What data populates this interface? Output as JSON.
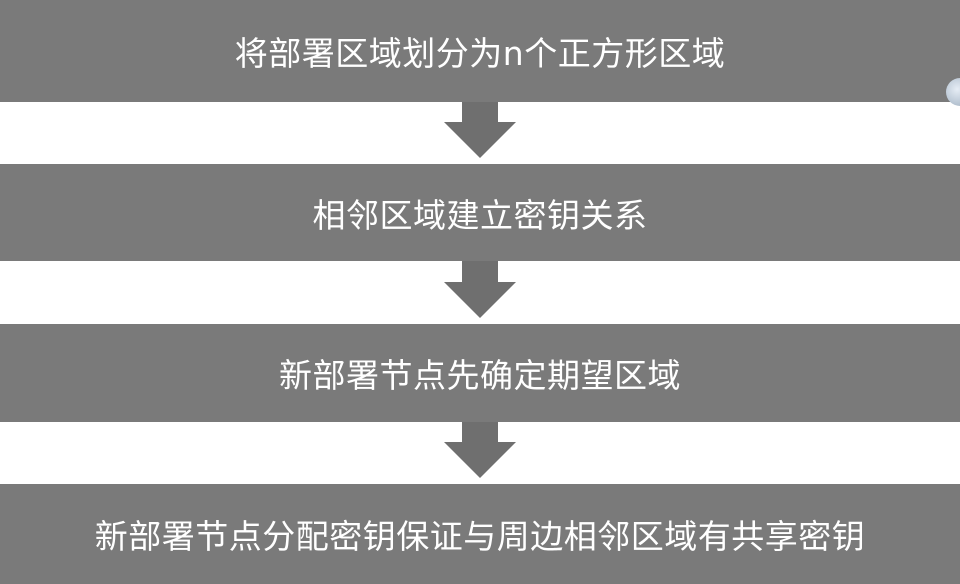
{
  "steps": [
    {
      "label": "将部署区域划分为n个正方形区域"
    },
    {
      "label": "相邻区域建立密钥关系"
    },
    {
      "label": "新部署节点先确定期望区域"
    },
    {
      "label": "新部署节点分配密钥保证与周边相邻区域有共享密钥"
    }
  ],
  "colors": {
    "box": "#7a7a7a",
    "arrow": "#6f6f6f",
    "text": "#ffffff"
  }
}
